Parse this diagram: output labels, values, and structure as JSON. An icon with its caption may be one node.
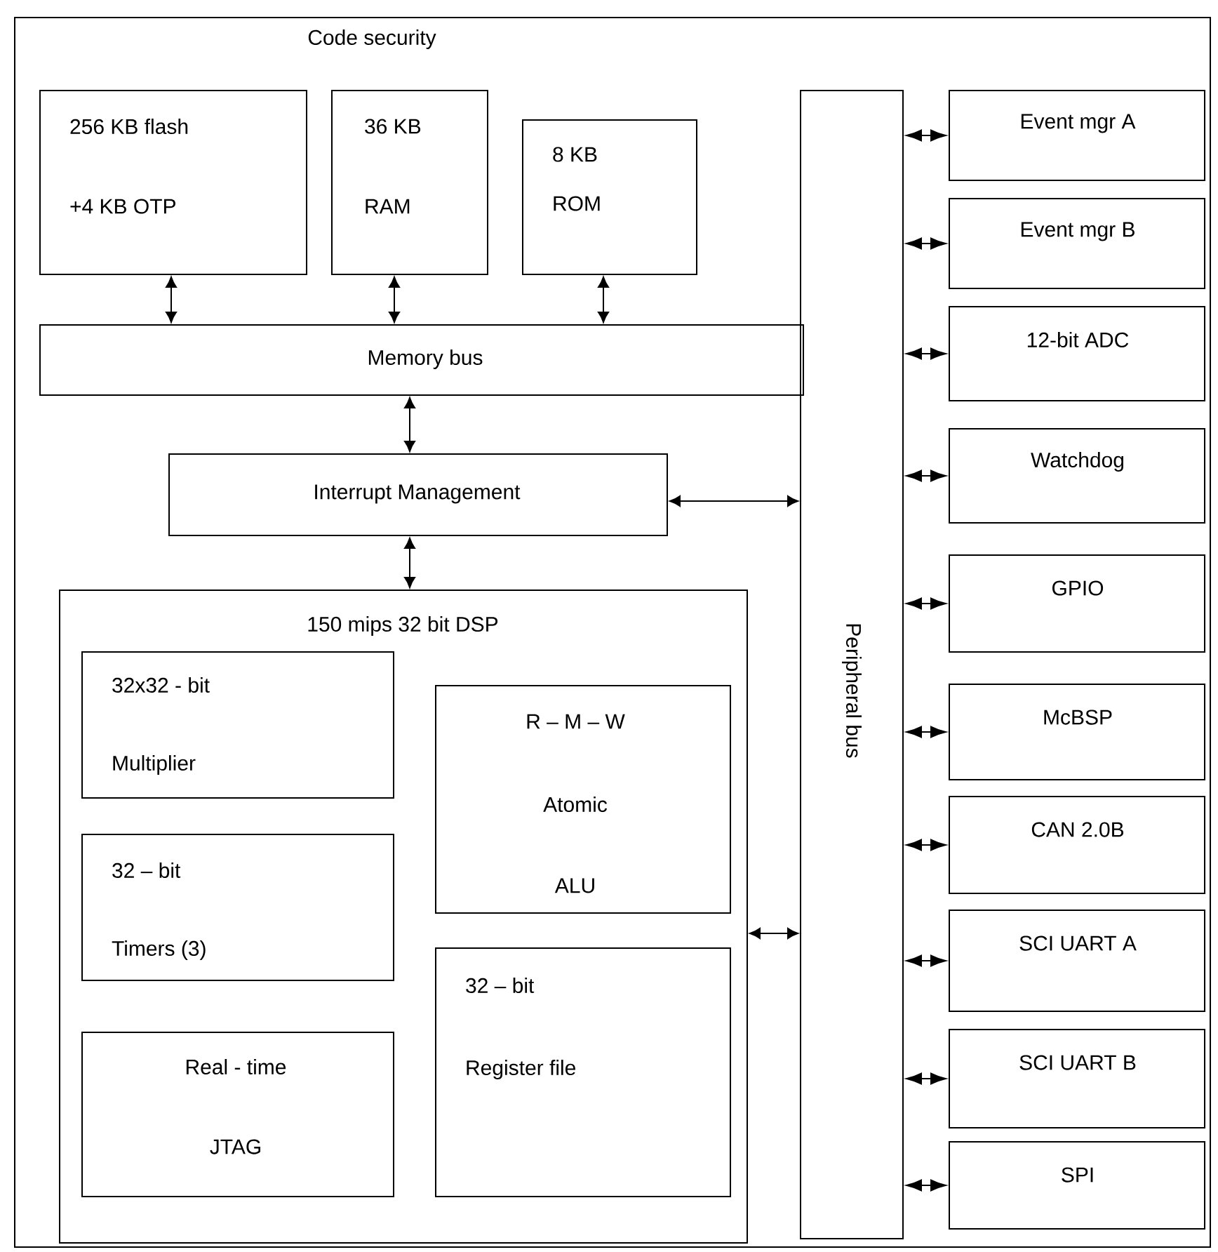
{
  "diagram": {
    "nodes": [
      {
        "text": [
          "Code security"
        ]
      },
      {
        "text": [
          "256 KB flash",
          "+4 KB OTP"
        ],
        "in": 0
      },
      {
        "text": [
          "36 KB",
          "RAM"
        ],
        "in": 0
      },
      {
        "text": [
          "8 KB",
          "ROM"
        ],
        "in": 0
      },
      {
        "text": [
          "Memory bus"
        ],
        "in": 0
      },
      {
        "text": [
          "Peripheral bus"
        ],
        "in": 0
      },
      {
        "text": [
          "Interrupt Management"
        ],
        "in": 0
      },
      {
        "text": [
          "150 mips 32 bit DSP"
        ],
        "in": 0
      },
      {
        "text": [
          "32x32 - bit",
          "Multiplier"
        ],
        "in": 7
      },
      {
        "text": [
          "32 – bit",
          "Timers (3)"
        ],
        "in": 7
      },
      {
        "text": [
          "Real - time",
          "JTAG"
        ],
        "in": 7
      },
      {
        "text": [
          "R – M – W",
          "Atomic",
          "ALU"
        ],
        "in": 7
      },
      {
        "text": [
          "32 – bit",
          "Register file"
        ],
        "in": 7
      },
      {
        "text": [
          "Event mgr A"
        ],
        "in": 0
      },
      {
        "text": [
          "Event mgr B"
        ],
        "in": 0
      },
      {
        "text": [
          "12-bit ADC"
        ],
        "in": 0
      },
      {
        "text": [
          "Watchdog"
        ],
        "in": 0
      },
      {
        "text": [
          "GPIO"
        ],
        "in": 0
      },
      {
        "text": [
          "McBSP"
        ],
        "in": 0
      },
      {
        "text": [
          "CAN 2.0B"
        ],
        "in": 0
      },
      {
        "text": [
          "SCI UART A"
        ],
        "in": 0
      },
      {
        "text": [
          "SCI UART B"
        ],
        "in": 0
      },
      {
        "text": [
          "SPI"
        ],
        "in": 0
      }
    ],
    "edges": [
      {
        "from": 1,
        "to": 4,
        "arrow": "both"
      },
      {
        "from": 2,
        "to": 4,
        "arrow": "both"
      },
      {
        "from": 3,
        "to": 4,
        "arrow": "both"
      },
      {
        "from": 4,
        "to": 6,
        "arrow": "both"
      },
      {
        "from": 6,
        "to": 7,
        "arrow": "both"
      },
      {
        "from": 6,
        "to": 5,
        "arrow": "both"
      },
      {
        "from": 7,
        "to": 5,
        "arrow": "both"
      },
      {
        "from": 5,
        "to": 13,
        "arrow": "both"
      },
      {
        "from": 5,
        "to": 14,
        "arrow": "both"
      },
      {
        "from": 5,
        "to": 15,
        "arrow": "both"
      },
      {
        "from": 5,
        "to": 16,
        "arrow": "both"
      },
      {
        "from": 5,
        "to": 17,
        "arrow": "both"
      },
      {
        "from": 5,
        "to": 18,
        "arrow": "both"
      },
      {
        "from": 5,
        "to": 19,
        "arrow": "both"
      },
      {
        "from": 5,
        "to": 20,
        "arrow": "both"
      },
      {
        "from": 5,
        "to": 21,
        "arrow": "both"
      },
      {
        "from": 5,
        "to": 22,
        "arrow": "both"
      }
    ]
  }
}
